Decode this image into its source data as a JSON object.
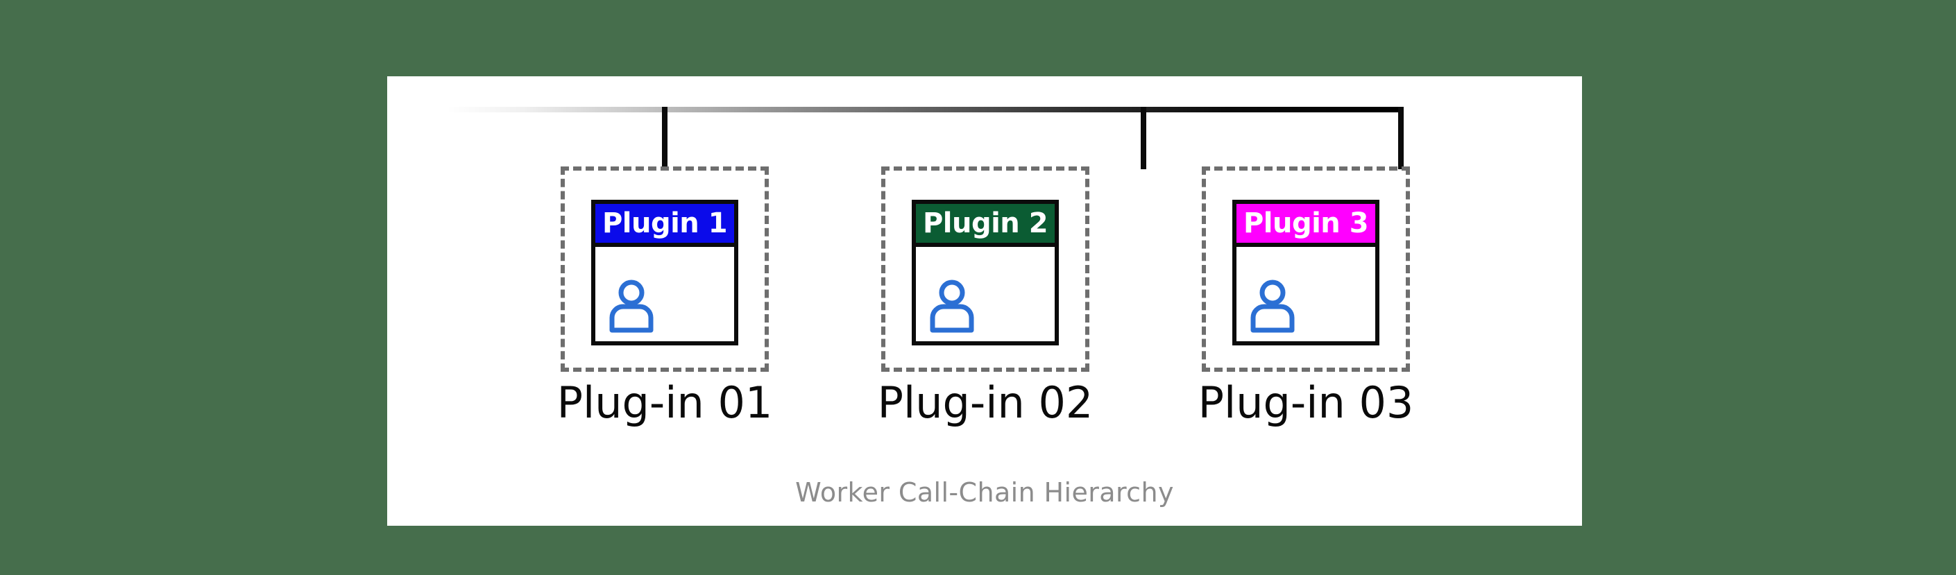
{
  "figure": {
    "caption": "Worker Call-Chain Hierarchy",
    "background_color": "#466e4c",
    "canvas_color": "#ffffff",
    "connector_color": "#0b0b0b",
    "dashed_border_color": "#6e6e6e",
    "caption_color": "#8c8c8c",
    "person_icon_color": "#2b6fd4"
  },
  "nodes": [
    {
      "header_label": "Plugin 1",
      "caption_label": "Plug-in 01",
      "header_color": "#0b0bea",
      "header_text_color": "#ffffff",
      "icon": "person-icon"
    },
    {
      "header_label": "Plugin 2",
      "caption_label": "Plug-in 02",
      "header_color": "#0b5c33",
      "header_text_color": "#ffffff",
      "icon": "person-icon"
    },
    {
      "header_label": "Plugin 3",
      "caption_label": "Plug-in 03",
      "header_color": "#ff00ff",
      "header_text_color": "#ffffff",
      "icon": "person-icon"
    }
  ]
}
